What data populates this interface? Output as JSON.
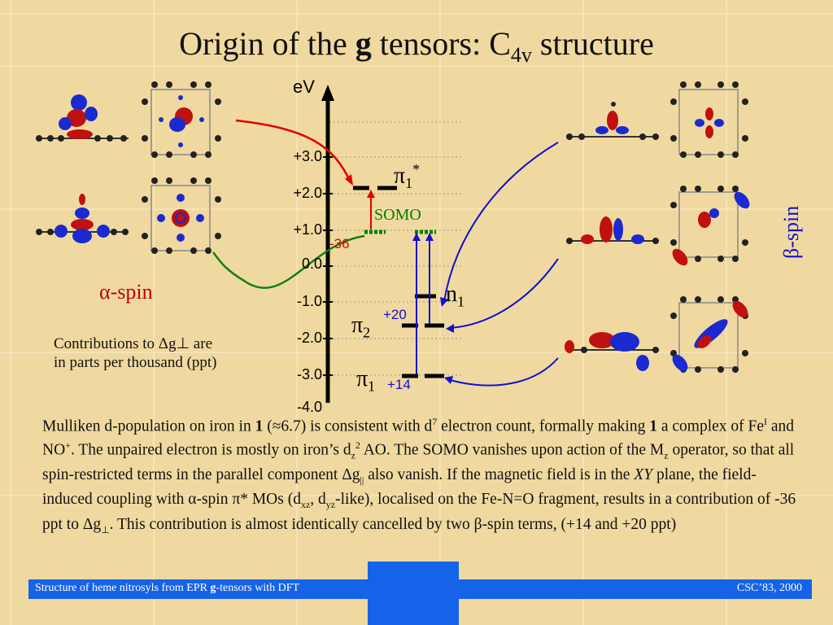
{
  "title": {
    "main": "Origin of the",
    "bold": "g",
    "rest": "tensors: C",
    "sub": "4v",
    "end": "structure"
  },
  "axis": {
    "unit": "eV",
    "ticks": [
      "+3.0",
      "+2.0",
      "+1.0",
      "0.0",
      "-1.0",
      "-2.0",
      "-3.0",
      "-4.0"
    ]
  },
  "levels": {
    "pi1star": {
      "name": "π",
      "sub": "1",
      "sup": "*"
    },
    "somo": "SOMO",
    "n1": {
      "name": "n",
      "sub": "1"
    },
    "pi2": {
      "name": "π",
      "sub": "2"
    },
    "pi1": {
      "name": "π",
      "sub": "1"
    }
  },
  "contributions": {
    "alpha": "-36",
    "pi2": "+20",
    "pi1": "+14"
  },
  "spin_labels": {
    "alpha": "α-spin",
    "beta": "β-spin"
  },
  "note": {
    "line1": "Contributions to Δg⊥ are",
    "line2": "in parts per thousand (ppt)"
  },
  "body": {
    "p1": "Mulliken d-population on iron in ",
    "p1b": "1",
    "p2": " (≈6.7) is consistent with d",
    "p2sup": "7",
    "p3": " electron count, formally making ",
    "p3b": "1",
    "p4": " a complex of Fe",
    "p4sup": "I",
    "p5": " and NO",
    "p5sup": "+",
    "p6": ". The unpaired electron is mostly on iron’s d",
    "p6sub": "z",
    "p6sup": "2",
    "p7": " AO. The SOMO vanishes upon action of the M",
    "p7sub": "z",
    "p8": " operator, so that all spin-restricted terms in the parallel component Δg",
    "p8sub": "||",
    "p9": " also vanish. If the magnetic field is in the ",
    "p9i": "XY",
    "p10": " plane, the field-induced coupling with α-spin π* MOs (d",
    "p10sub": "xz",
    "p11": ", d",
    "p11sub": "yz",
    "p12": "-like), localised on the Fe-N=O fragment, results in a contribution of -36 ppt to Δg",
    "p12sub": "⊥",
    "p13": ". This contribution is almost identically cancelled by two β-spin terms, (+14 and +20 ppt)"
  },
  "footer": {
    "left_a": "Structure of heme nitrosyls from EPR ",
    "left_b": "g",
    "left_c": "-tensors with DFT",
    "right": "CSC’83, 2000"
  },
  "colors": {
    "alpha": "#c00000",
    "beta": "#1010d0",
    "somo": "#008000",
    "footer": "#1563e8",
    "orbital_red": "#c01010",
    "orbital_blue": "#1a2ad0"
  }
}
